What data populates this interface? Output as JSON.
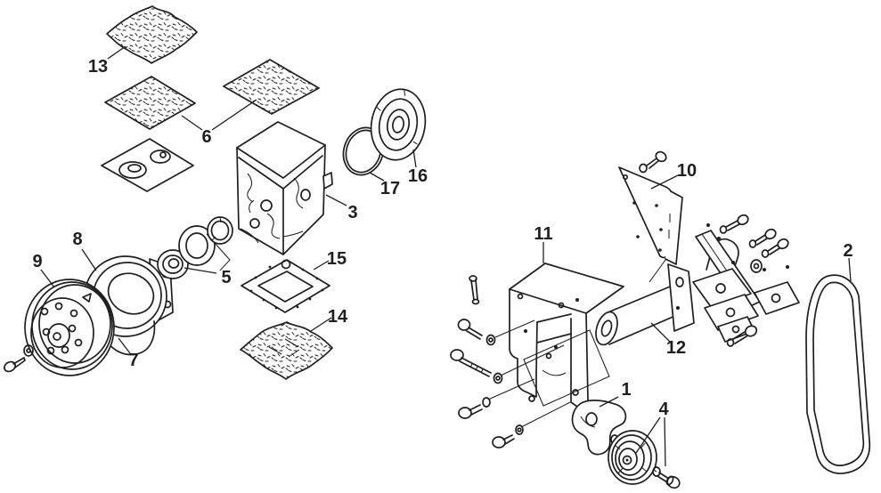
{
  "colors": {
    "background": "#ffffff",
    "ink": "#1f1f1f"
  },
  "callouts": {
    "c1": "1",
    "c2": "2",
    "c3": "3",
    "c4": "4",
    "c5": "5",
    "c6": "6",
    "c7": "7",
    "c8": "8",
    "c9": "9",
    "c10": "10",
    "c11": "11",
    "c12": "12",
    "c13": "13",
    "c14": "14",
    "c15": "15",
    "c16": "16",
    "c17": "17"
  }
}
